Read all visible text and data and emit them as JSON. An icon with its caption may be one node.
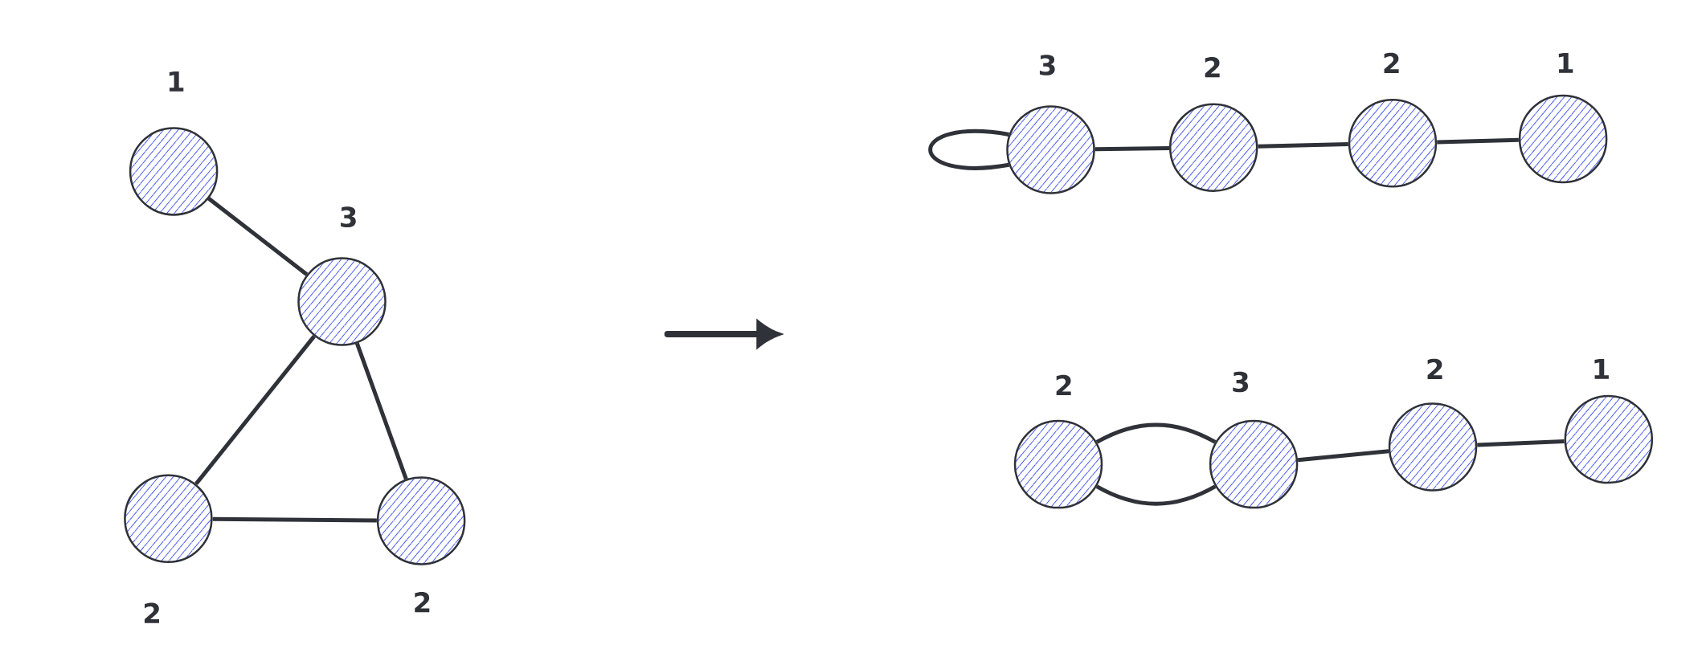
{
  "diagram": {
    "nodes": [
      {
        "text": [],
        "shape": "circle",
        "beside": [
          "1"
        ]
      },
      {
        "text": [],
        "shape": "circle",
        "beside": [
          "3"
        ]
      },
      {
        "text": [],
        "shape": "circle",
        "beside": [
          "2"
        ]
      },
      {
        "text": [],
        "shape": "circle",
        "beside": [
          "2"
        ]
      },
      {
        "text": [],
        "shape": "circle",
        "beside": [
          "3"
        ]
      },
      {
        "text": [],
        "shape": "circle",
        "beside": [
          "2"
        ]
      },
      {
        "text": [],
        "shape": "circle",
        "beside": [
          "2"
        ]
      },
      {
        "text": [],
        "shape": "circle",
        "beside": [
          "1"
        ]
      },
      {
        "text": [],
        "shape": "circle",
        "beside": [
          "2"
        ]
      },
      {
        "text": [],
        "shape": "circle",
        "beside": [
          "3"
        ]
      },
      {
        "text": [],
        "shape": "circle",
        "beside": [
          "2"
        ]
      },
      {
        "text": [],
        "shape": "circle",
        "beside": [
          "1"
        ]
      }
    ],
    "edges": [
      {
        "from": 0,
        "to": 1,
        "arrow": "none"
      },
      {
        "from": 1,
        "to": 2,
        "arrow": "none"
      },
      {
        "from": 1,
        "to": 3,
        "arrow": "none"
      },
      {
        "from": 2,
        "to": 3,
        "arrow": "none"
      },
      {
        "from": 4,
        "to": 4,
        "arrow": "none"
      },
      {
        "from": 4,
        "to": 5,
        "arrow": "none"
      },
      {
        "from": 5,
        "to": 6,
        "arrow": "none"
      },
      {
        "from": 6,
        "to": 7,
        "arrow": "none"
      },
      {
        "from": 8,
        "to": 9,
        "arrow": "none"
      },
      {
        "from": 8,
        "to": 9,
        "arrow": "none"
      },
      {
        "from": 9,
        "to": 10,
        "arrow": "none"
      },
      {
        "from": 10,
        "to": 11,
        "arrow": "none"
      }
    ]
  }
}
